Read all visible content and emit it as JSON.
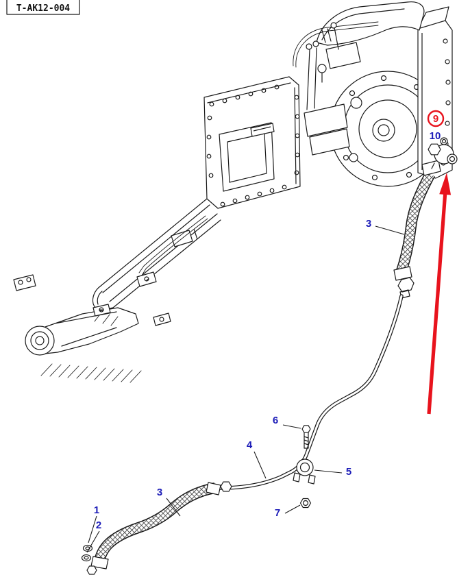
{
  "doc": {
    "code": "T-AK12-004"
  },
  "colors": {
    "callout": "#1d1db8",
    "highlight": "#e8131d",
    "line": "#1a1a1a",
    "background": "#ffffff"
  },
  "callouts": [
    {
      "label": "1"
    },
    {
      "label": "2"
    },
    {
      "label": "3"
    },
    {
      "label": "3"
    },
    {
      "label": "4"
    },
    {
      "label": "5"
    },
    {
      "label": "6"
    },
    {
      "label": "7"
    },
    {
      "label": "9",
      "highlighted": true
    },
    {
      "label": "10"
    }
  ]
}
